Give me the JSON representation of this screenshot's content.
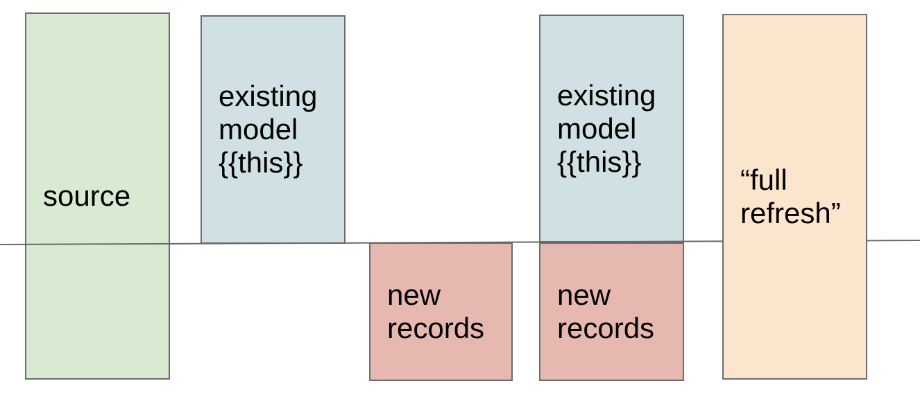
{
  "diagram": {
    "background": "#ffffff",
    "box_border_color": "#6b6d70",
    "text_color": "#000000",
    "divider_line": {
      "color": "#66696c"
    },
    "boxes": [
      {
        "name": "source",
        "label": "source",
        "fill": "#d9ead3"
      },
      {
        "name": "existing-model-1",
        "label": "existing\nmodel\n{{this}}",
        "fill": "#d0e0e3"
      },
      {
        "name": "new-records-1",
        "label": "new\nrecords",
        "fill": "#e6b8af"
      },
      {
        "name": "existing-model-2",
        "label": "existing\nmodel\n{{this}}",
        "fill": "#d0e0e3"
      },
      {
        "name": "new-records-2",
        "label": "new\nrecords",
        "fill": "#e6b8af"
      },
      {
        "name": "full-refresh",
        "label": "“full\nrefresh”",
        "fill": "#fce5cd"
      }
    ]
  }
}
